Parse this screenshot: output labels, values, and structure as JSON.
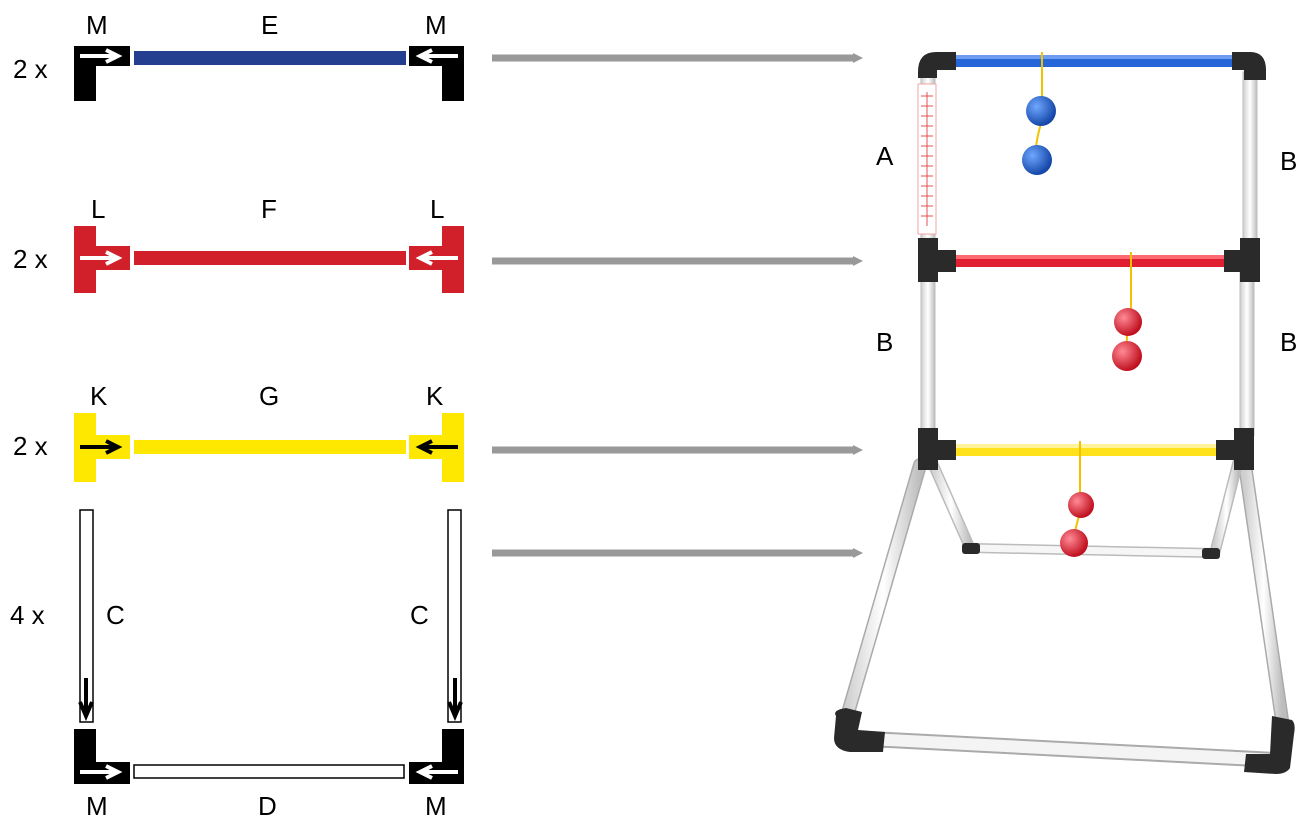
{
  "rows": [
    {
      "count": "2 x",
      "left": "M",
      "middle": "E",
      "right": "M"
    },
    {
      "count": "2 x",
      "left": "L",
      "middle": "F",
      "right": "L"
    },
    {
      "count": "2 x",
      "left": "K",
      "middle": "G",
      "right": "K"
    },
    {
      "count": "4 x",
      "left": "C",
      "right": "C"
    }
  ],
  "bottom": {
    "left": "M",
    "middle": "D",
    "right": "M"
  },
  "photo_labels": {
    "a": "A",
    "b_top": "B",
    "b_mid_left": "B",
    "b_mid_right": "B"
  },
  "colors": {
    "blue": "#243f8f",
    "red": "#d1202a",
    "yellow": "#ffe800",
    "black": "#000000",
    "arrow_gray": "#999999",
    "pipe_white": "#f2f2f2",
    "ball_blue": "#1f5fbf",
    "ball_red": "#e8233a",
    "rope": "#f2c200"
  }
}
